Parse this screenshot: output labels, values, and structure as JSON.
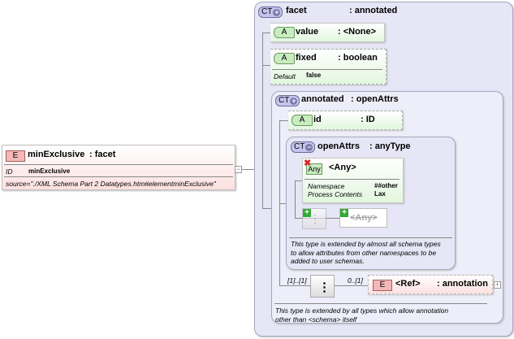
{
  "element": {
    "badge": "E",
    "name": "minExclusive",
    "type": ": facet",
    "id_label": "ID",
    "id_value": "minExclusive",
    "source": "source=\"./XML Schema Part 2 Datatypes.htm#elementminExclusive\""
  },
  "facet": {
    "badge": "CT",
    "name": "facet",
    "type": ": annotated",
    "value_attr": {
      "badge": "A",
      "name": "value",
      "type": ": <None>"
    },
    "fixed_attr": {
      "badge": "A",
      "name": "fixed",
      "type": ": boolean",
      "default_label": "Default",
      "default_value": "false"
    }
  },
  "annotated": {
    "badge": "CT",
    "name": "annotated",
    "type": ": openAttrs",
    "id_attr": {
      "badge": "A",
      "name": "id",
      "type": ": ID"
    },
    "sequence_cardinality": "[1]..[1]",
    "ref_cardinality": "0..[1]",
    "ref": {
      "badge": "E",
      "name": "<Ref>",
      "type": ": annotation"
    },
    "description": [
      "This type is extended by all types which allow annotation",
      "other than <schema> itself"
    ]
  },
  "openAttrs": {
    "badge": "CT",
    "name": "openAttrs",
    "type": ": anyType",
    "any": {
      "badge": "Any",
      "name": "<Any>",
      "namespace_label": "Namespace",
      "namespace_value": "##other",
      "process_label": "Process Contents",
      "process_value": "Lax"
    },
    "ghost_any": "<Any>",
    "description": [
      "This type is extended by almost all schema types",
      "to allow attributes from other namespaces to be",
      "added to user schemas."
    ]
  }
}
